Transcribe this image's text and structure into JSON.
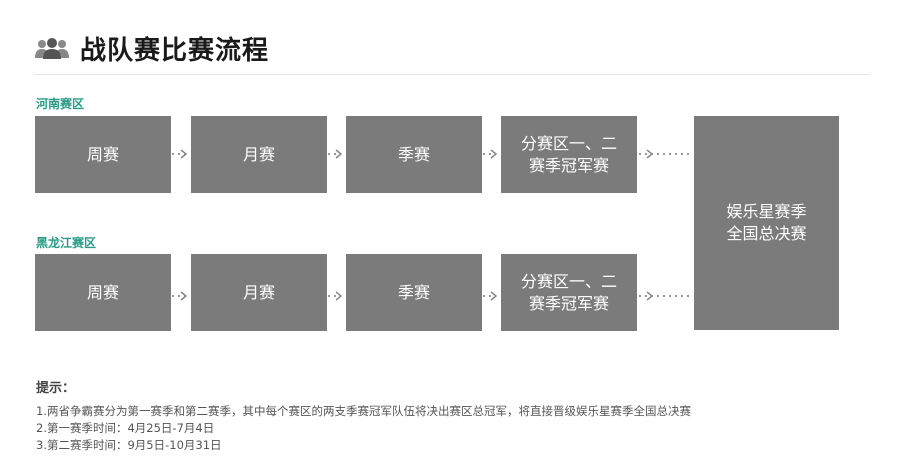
{
  "header": {
    "title": "战队赛比赛流程",
    "icon": "people-icon"
  },
  "regions": [
    {
      "label": "河南赛区",
      "stages": [
        "周赛",
        "月赛",
        "季赛",
        "分赛区一、二\n赛季冠军赛"
      ]
    },
    {
      "label": "黑龙江赛区",
      "stages": [
        "周赛",
        "月赛",
        "季赛",
        "分赛区一、二\n赛季冠军赛"
      ]
    }
  ],
  "final": {
    "label": "娱乐星赛季\n全国总决赛"
  },
  "tips": {
    "title": "提示：",
    "notes": [
      "1.两省争霸赛分为第一赛季和第二赛季，其中每个赛区的两支季赛冠军队伍将决出赛区总冠军，将直接晋级娱乐星赛季全国总决赛",
      "2.第一赛季时间：4月25日-7月4日",
      "3.第二赛季时间：9月5日-10月31日"
    ]
  },
  "colors": {
    "box": "#7b7b7b",
    "region_label": "#2a9a86",
    "arrow": "#999999"
  }
}
